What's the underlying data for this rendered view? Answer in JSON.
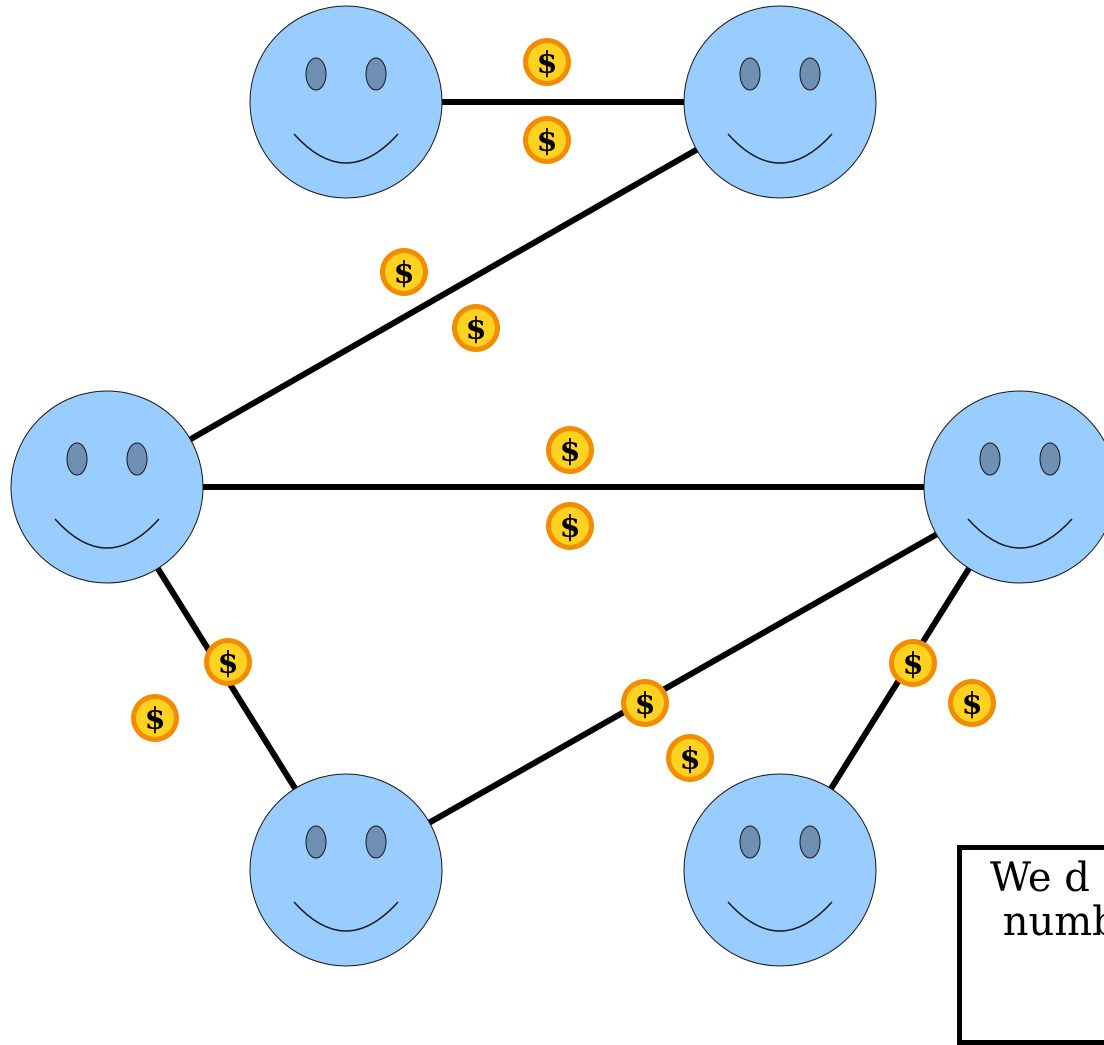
{
  "diagram": {
    "colors": {
      "face_fill": "#99ccff",
      "eye_fill": "#6f8fb3",
      "edge": "#000000",
      "coin_outer": "#f28c00",
      "coin_inner": "#ffd21f"
    },
    "coin_symbol": "$",
    "nodes": [
      {
        "id": "top-left",
        "icon": "smiley-face-icon"
      },
      {
        "id": "top-right",
        "icon": "smiley-face-icon"
      },
      {
        "id": "middle-left",
        "icon": "smiley-face-icon"
      },
      {
        "id": "middle-right",
        "icon": "smiley-face-icon"
      },
      {
        "id": "bottom-left",
        "icon": "smiley-face-icon"
      },
      {
        "id": "bottom-middle",
        "icon": "smiley-face-icon"
      }
    ],
    "edges": [
      {
        "from": "top-left",
        "to": "top-right",
        "coins": 2
      },
      {
        "from": "top-right",
        "to": "middle-left",
        "coins": 2
      },
      {
        "from": "middle-left",
        "to": "middle-right",
        "coins": 2
      },
      {
        "from": "middle-left",
        "to": "bottom-left",
        "coins": 2
      },
      {
        "from": "bottom-left",
        "to": "middle-right",
        "coins": 2
      },
      {
        "from": "middle-right",
        "to": "bottom-middle",
        "coins": 2
      }
    ]
  },
  "caption": {
    "line1": "We d",
    "line2": "numb"
  }
}
